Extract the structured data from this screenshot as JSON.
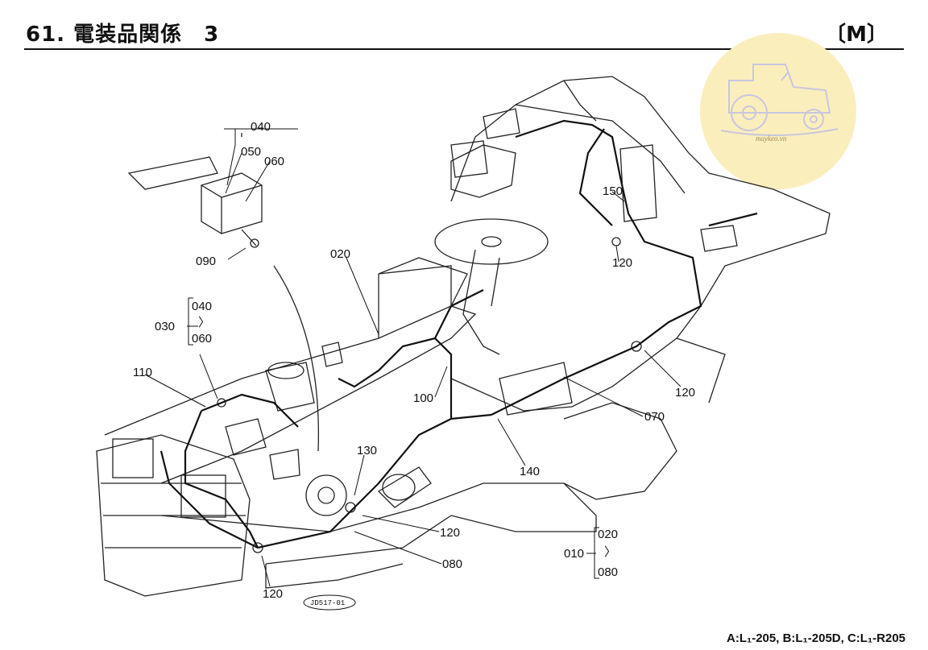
{
  "header": {
    "title": "61. 電装品関係　3",
    "code": "〔M〕"
  },
  "watermark": {
    "text": "maykeo.vn",
    "color": "#f8e9b4"
  },
  "callouts": [
    {
      "id": "040a",
      "text": "040"
    },
    {
      "id": "050",
      "text": "050"
    },
    {
      "id": "060a",
      "text": "060"
    },
    {
      "id": "090",
      "text": "090"
    },
    {
      "id": "020a",
      "text": "020"
    },
    {
      "id": "030",
      "text": "030"
    },
    {
      "id": "040b",
      "text": "040"
    },
    {
      "id": "tilde1",
      "text": "〉"
    },
    {
      "id": "060b",
      "text": "060"
    },
    {
      "id": "110",
      "text": "110"
    },
    {
      "id": "150",
      "text": "150"
    },
    {
      "id": "120a",
      "text": "120"
    },
    {
      "id": "120b",
      "text": "120"
    },
    {
      "id": "100",
      "text": "100"
    },
    {
      "id": "070",
      "text": "070"
    },
    {
      "id": "130",
      "text": "130"
    },
    {
      "id": "140",
      "text": "140"
    },
    {
      "id": "120c",
      "text": "120"
    },
    {
      "id": "080a",
      "text": "080"
    },
    {
      "id": "120d",
      "text": "120"
    },
    {
      "id": "010",
      "text": "010"
    },
    {
      "id": "020b",
      "text": "020"
    },
    {
      "id": "tilde2",
      "text": "〉"
    },
    {
      "id": "080b",
      "text": "080"
    }
  ],
  "figure_code": "JD517-01",
  "footer": {
    "models": "A:L₁-205, B:L₁-205D, C:L₁-R205"
  }
}
